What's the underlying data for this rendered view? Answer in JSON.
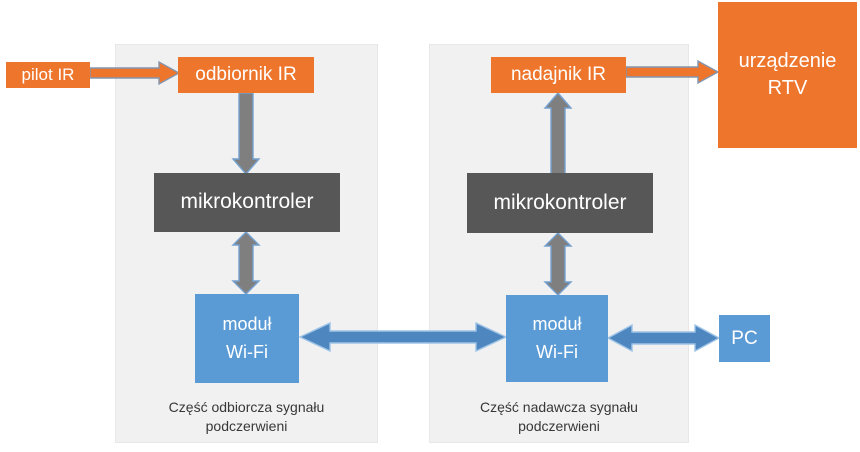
{
  "panels": {
    "left": {
      "caption": "Część odbiorcza sygnału\npodczerwieni"
    },
    "right": {
      "caption": "Część nadawcza sygnału\npodczerwieni"
    }
  },
  "nodes": {
    "pilot": {
      "label": "pilot IR"
    },
    "odbiornik": {
      "label": "odbiornik IR"
    },
    "nadajnik": {
      "label": "nadajnik IR"
    },
    "rtv": {
      "label": "urządzenie\nRTV"
    },
    "mikrokontroler_left": {
      "label": "mikrokontroler"
    },
    "mikrokontroler_right": {
      "label": "mikrokontroler"
    },
    "wifi_left": {
      "label": "moduł\nWi-Fi"
    },
    "wifi_right": {
      "label": "moduł\nWi-Fi"
    },
    "pc": {
      "label": "PC"
    }
  },
  "connections": [
    {
      "from": "pilot IR",
      "to": "odbiornik IR",
      "direction": "one-way",
      "color": "orange"
    },
    {
      "from": "odbiornik IR",
      "to": "mikrokontroler (odbiorczy)",
      "direction": "one-way",
      "color": "gray"
    },
    {
      "from": "mikrokontroler (odbiorczy)",
      "to": "moduł Wi-Fi (odbiorczy)",
      "direction": "two-way",
      "color": "gray"
    },
    {
      "from": "moduł Wi-Fi (odbiorczy)",
      "to": "moduł Wi-Fi (nadawczy)",
      "direction": "two-way",
      "color": "blue"
    },
    {
      "from": "moduł Wi-Fi (nadawczy)",
      "to": "mikrokontroler (nadawczy)",
      "direction": "two-way",
      "color": "gray"
    },
    {
      "from": "mikrokontroler (nadawczy)",
      "to": "nadajnik IR",
      "direction": "one-way",
      "color": "gray"
    },
    {
      "from": "nadajnik IR",
      "to": "urządzenie RTV",
      "direction": "one-way",
      "color": "orange"
    },
    {
      "from": "moduł Wi-Fi (nadawczy)",
      "to": "PC",
      "direction": "two-way",
      "color": "blue"
    }
  ],
  "colors": {
    "orange_box": "#ee752c",
    "dark_gray_box": "#575757",
    "blue_box": "#5b9bd5",
    "gray_arrow": "#7f7f7f",
    "blue_arrow": "#4e86c0",
    "panel_background": "#f1f1f2",
    "caption_text": "#373737"
  }
}
